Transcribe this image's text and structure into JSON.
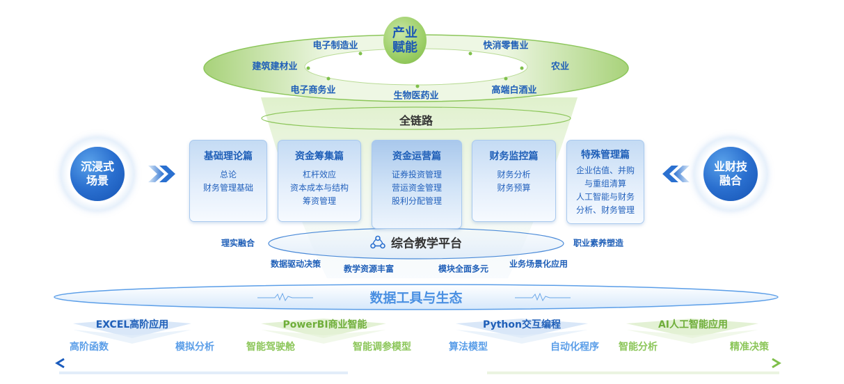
{
  "colors": {
    "blue_primary": "#1f5fb8",
    "blue_light": "#5b9ee8",
    "green_primary": "#6fae3a",
    "green_light": "#8cc65a",
    "text_dark": "#333333"
  },
  "industry": {
    "hub_line1": "产业",
    "hub_line2": "赋能",
    "sectors": [
      "电子制造业",
      "快消零售业",
      "建筑建材业",
      "农业",
      "电子商务业",
      "生物医药业",
      "高端白酒业"
    ]
  },
  "chain_label": "全链路",
  "left_circle": {
    "line1": "沉浸式",
    "line2": "场景",
    "arrow_icon": "double-chevron-right"
  },
  "right_circle": {
    "line1": "业财技",
    "line2": "融合",
    "arrow_icon": "double-chevron-left"
  },
  "modules": [
    {
      "title": "基础理论篇",
      "items": [
        "总论",
        "财务管理基础"
      ]
    },
    {
      "title": "资金筹集篇",
      "items": [
        "杠杆效应",
        "资本成本与结构",
        "筹资管理"
      ]
    },
    {
      "title": "资金运营篇",
      "items": [
        "证券投资管理",
        "营运资金管理",
        "股利分配管理"
      ]
    },
    {
      "title": "财务监控篇",
      "items": [
        "财务分析",
        "财务预算"
      ]
    },
    {
      "title": "特殊管理篇",
      "items": [
        "企业估值、并购",
        "与重组清算",
        "人工智能与财务",
        "分析、财务管理"
      ]
    }
  ],
  "platform": {
    "icon": "network-nodes-icon",
    "title": "综合教学平台",
    "features": [
      "理实融合",
      "职业素养塑造",
      "数据驱动决策",
      "教学资源丰富",
      "模块全面多元",
      "业务场景化应用"
    ]
  },
  "ecosystem": {
    "title": "数据工具与生态",
    "tools": [
      {
        "name": "EXCEL高阶应用",
        "subs": [
          "高阶函数",
          "模拟分析"
        ]
      },
      {
        "name": "PowerBI商业智能",
        "subs": [
          "智能驾驶舱",
          "智能调参模型"
        ]
      },
      {
        "name": "Python交互编程",
        "subs": [
          "算法模型",
          "自动化程序"
        ]
      },
      {
        "name": "AI人工智能应用",
        "subs": [
          "智能分析",
          "精准决策"
        ]
      }
    ]
  }
}
